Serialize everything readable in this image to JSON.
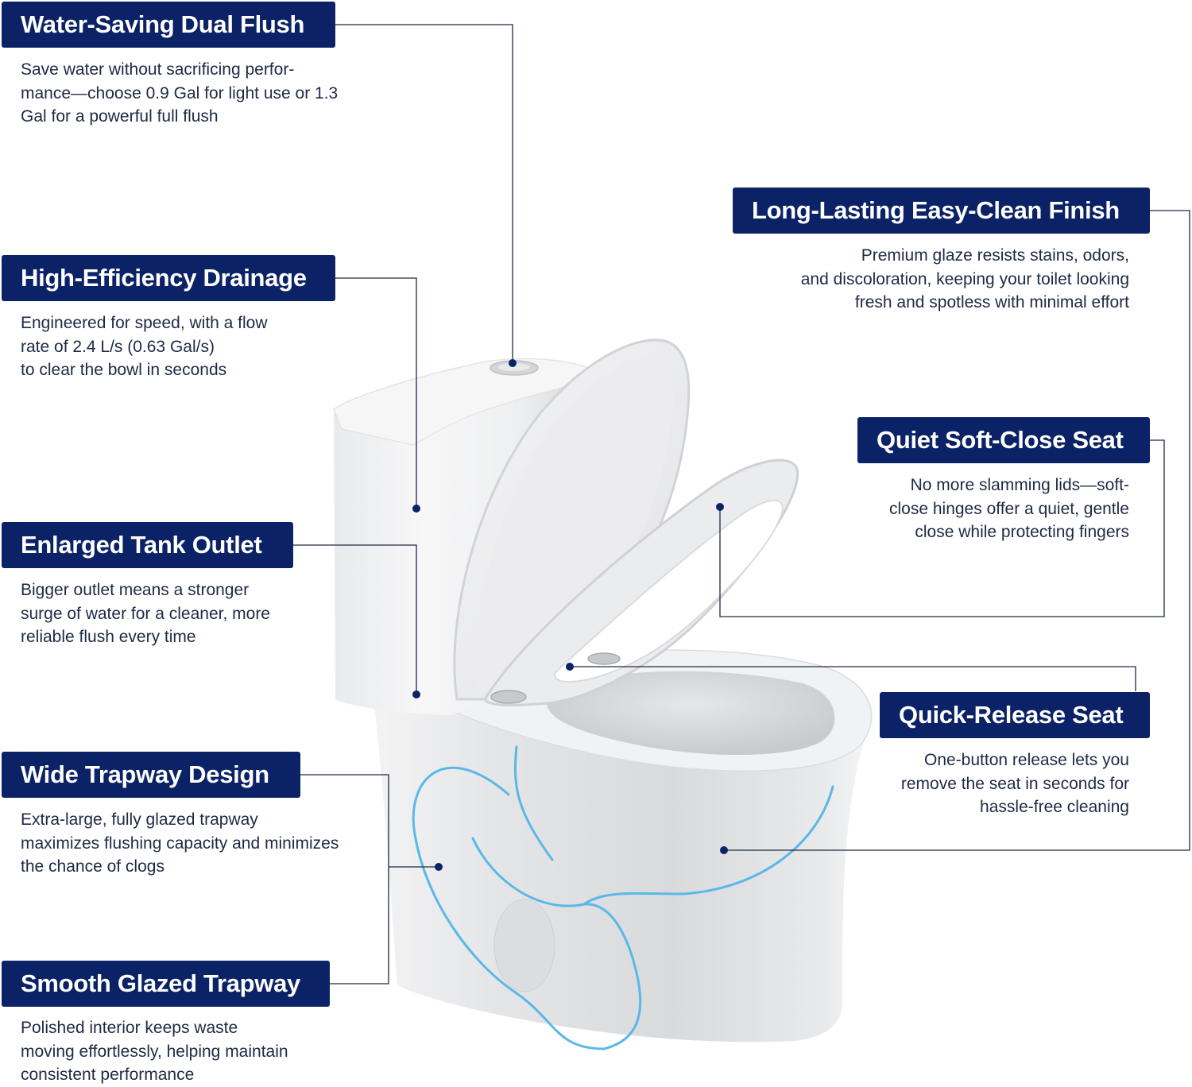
{
  "colors": {
    "label_bg": "#0b2366",
    "label_text": "#ffffff",
    "desc_text": "#1e2a44",
    "trapway_accent": "#5ab8e8",
    "callout_dot": "#0b2366"
  },
  "features": [
    {
      "id": "water-saving-dual-flush",
      "title": "Water-Saving Dual Flush",
      "description": "Save water without sacrificing perfor-\nmance—choose 0.9 Gal for light use or 1.3\nGal for a powerful full flush",
      "icon": "flush-button"
    },
    {
      "id": "high-efficiency-drainage",
      "title": "High-Efficiency Drainage",
      "description": "Engineered for speed, with a flow\nrate of 2.4 L/s (0.63 Gal/s)\nto clear the bowl in seconds",
      "icon": "tank"
    },
    {
      "id": "enlarged-tank-outlet",
      "title": "Enlarged Tank Outlet",
      "description": "Bigger outlet means a stronger\nsurge of water for a cleaner, more\nreliable flush every time",
      "icon": "tank-outlet"
    },
    {
      "id": "wide-trapway-design",
      "title": "Wide Trapway Design",
      "description": "Extra-large, fully glazed trapway\nmaximizes flushing capacity and minimizes\nthe chance of clogs",
      "icon": "trapway"
    },
    {
      "id": "smooth-glazed-trapway",
      "title": "Smooth Glazed Trapway",
      "description": "Polished interior keeps waste\nmoving effortlessly, helping maintain\nconsistent performance",
      "icon": "trapway"
    },
    {
      "id": "long-lasting-easy-clean-finish",
      "title": "Long-Lasting Easy-Clean Finish",
      "description": "Premium glaze resists stains, odors,\nand discoloration, keeping your toilet looking\nfresh and spotless with minimal effort",
      "icon": "bowl-glaze"
    },
    {
      "id": "quiet-soft-close-seat",
      "title": "Quiet Soft-Close Seat",
      "description": "No more slamming lids—soft-\nclose hinges offer a quiet, gentle\nclose while protecting fingers",
      "icon": "seat"
    },
    {
      "id": "quick-release-seat",
      "title": "Quick-Release Seat",
      "description": "One-button release lets you\nremove the seat in seconds for\nhassle-free cleaning",
      "icon": "hinge"
    }
  ],
  "product": {
    "illustration": "one-piece-toilet-with-open-lid"
  }
}
